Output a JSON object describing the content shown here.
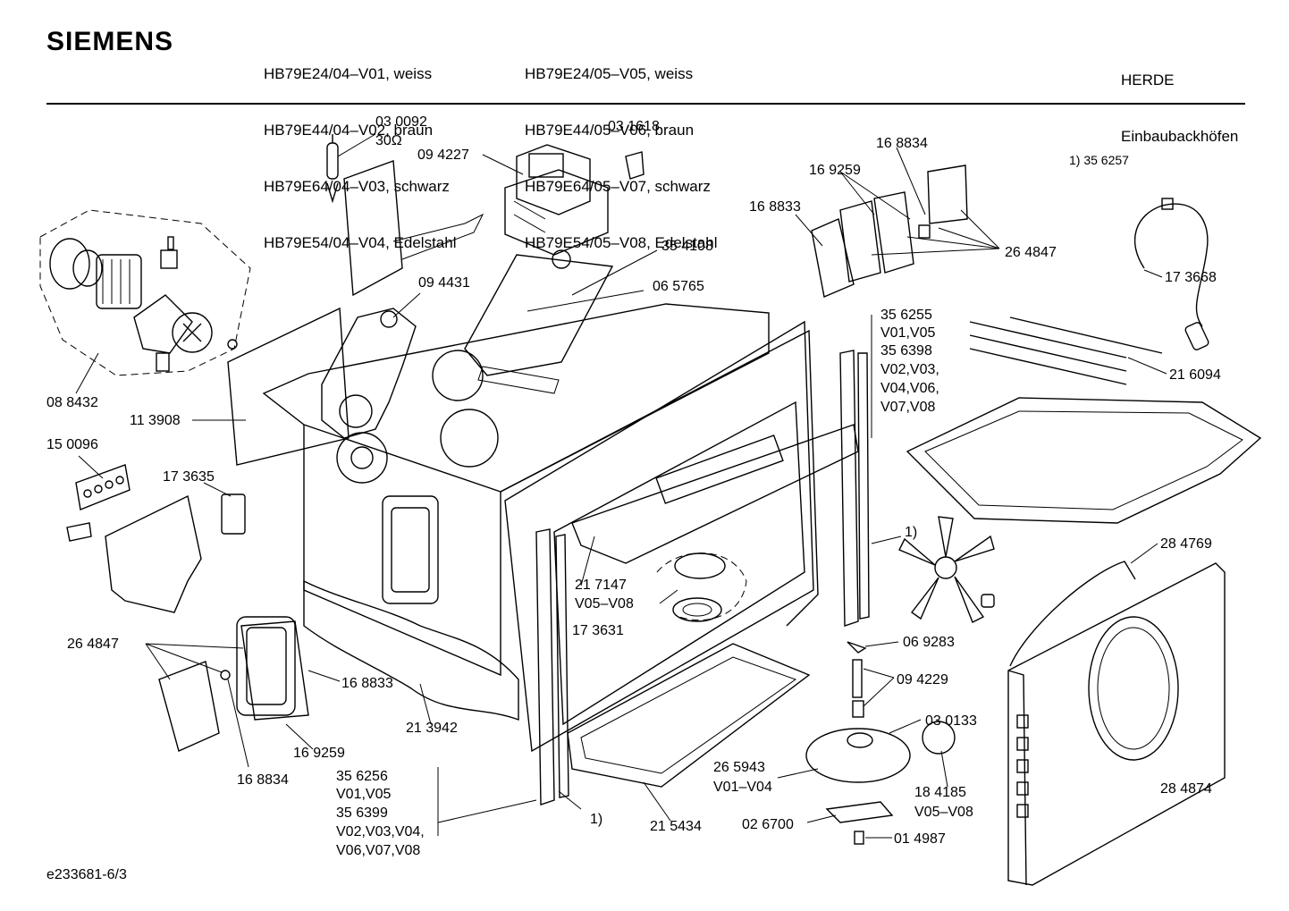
{
  "header": {
    "brand": "SIEMENS",
    "models_col1": [
      "HB79E24/04–V01, weiss",
      "HB79E44/04–V02, braun",
      "HB79E64/04–V03, schwarz",
      "HB79E54/04–V04, Edelstahl"
    ],
    "models_col2": [
      "HB79E24/05–V05, weiss",
      "HB79E44/05–V06, braun",
      "HB79E64/05–V07, schwarz",
      "HB79E54/05–V08, Edelstahl"
    ],
    "category": [
      "HERDE",
      "Einbaubackhöfen"
    ]
  },
  "footer": {
    "drawing_id": "e233681-6/3"
  },
  "labels": {
    "p030092": "03 0092",
    "p30ohm": "30Ω",
    "p094227": "09 4227",
    "p031618": "03 1618",
    "p168834a": "16 8834",
    "p169259a": "16 9259",
    "p168833a": "16 8833",
    "p264847a": "26 4847",
    "note1": "1)  35 6257",
    "p173668": "17 3668",
    "p354108": "35 4108",
    "p094431": "09 4431",
    "p065765": "06 5765",
    "p356255": "35 6255",
    "v01v05a": "V01,V05",
    "p356398": "35 6398",
    "v02v03": "V02,V03,",
    "v04v06": "V04,V06,",
    "v07v08": "V07,V08",
    "p216094": "21 6094",
    "p088432": "08 8432",
    "p113908": "11 3908",
    "p150096": "15 0096",
    "p173635": "17 3635",
    "ref1a": "1)",
    "p284769": "28 4769",
    "p217147": "21 7147",
    "v05v08a": "V05–V08",
    "p173631": "17 3631",
    "p069283": "06 9283",
    "p264847b": "26 4847",
    "p094229": "09 4229",
    "p168833b": "16 8833",
    "p030133": "03 0133",
    "p213942": "21 3942",
    "p169259b": "16 9259",
    "p265943": "26 5943",
    "v01v04": "V01–V04",
    "p184185": "18 4185",
    "v05v08b": "V05–V08",
    "p284874": "28 4874",
    "p168834b": "16 8834",
    "p356256": "35 6256",
    "v01v05b": "V01,V05",
    "p356399": "35 6399",
    "v02v03v04": "V02,V03,V04,",
    "v06v07v08": "V06,V07,V08",
    "ref1b": "1)",
    "p215434": "21 5434",
    "p026700": "02 6700",
    "p014987": "01 4987"
  }
}
